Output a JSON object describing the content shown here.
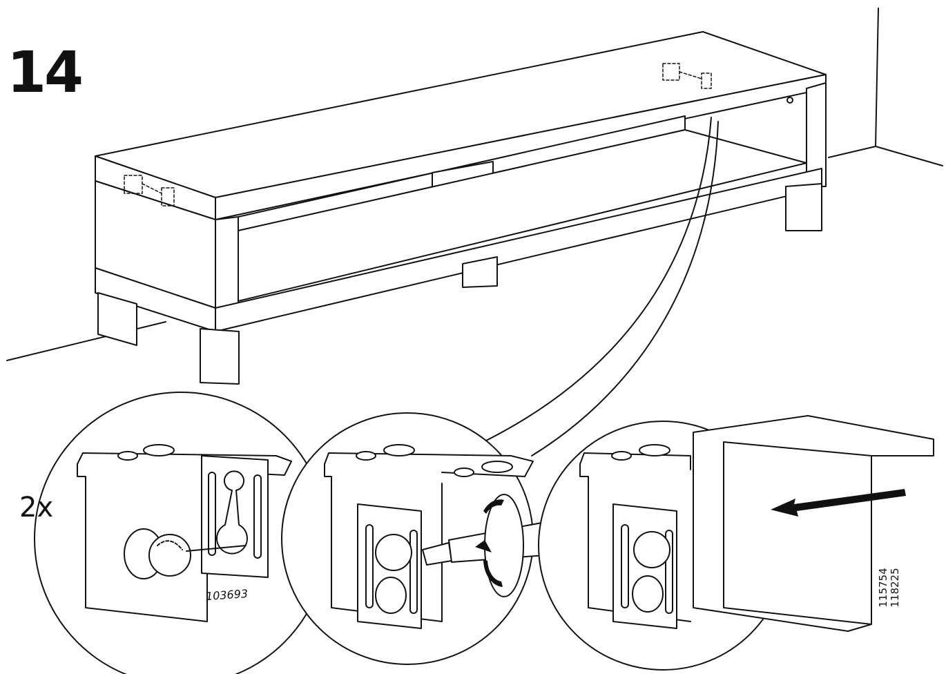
{
  "step": {
    "number": "14"
  },
  "callouts": {
    "quantity": "2x",
    "part_number": "103693"
  },
  "document_codes": [
    "115754",
    "118225"
  ],
  "colors": {
    "ink": "#111111",
    "paper": "#ffffff"
  },
  "icons": [
    "rotation-arrow-icon",
    "insert-arrow-icon",
    "screwdriver-icon"
  ]
}
